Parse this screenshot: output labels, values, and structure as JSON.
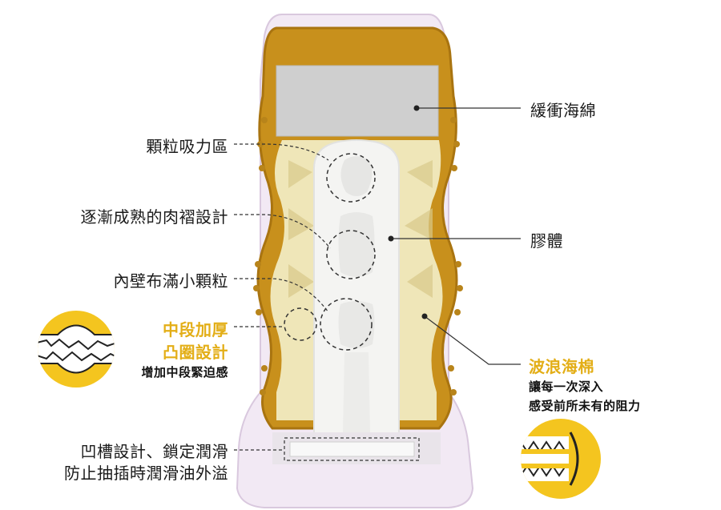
{
  "labels": {
    "buffer_sponge": "緩衝海綿",
    "gel_body": "膠體",
    "particle_zone": "顆粒吸力區",
    "mature_folds": "逐漸成熟的肉褶設計",
    "inner_wall": "內壁布滿小顆粒",
    "mid_thick_1": "中段加厚",
    "mid_thick_2": "凸圈設計",
    "mid_thick_3": "增加中段緊迫感",
    "wave_sponge_title": "波浪海棉",
    "wave_sponge_1": "讓每一次深入",
    "wave_sponge_2": "感受前所未有的阻力",
    "groove_1": "凹槽設計、鎖定潤滑",
    "groove_2": "防止抽插時潤滑油外溢"
  },
  "colors": {
    "shell": "#c8901c",
    "shell_dark": "#a97410",
    "sponge": "#efe6b8",
    "gel": "#f4f4f2",
    "accent_yellow": "#f4c51f",
    "cup_pink": "#f2e9f4",
    "pad": "#cfcfcf"
  }
}
